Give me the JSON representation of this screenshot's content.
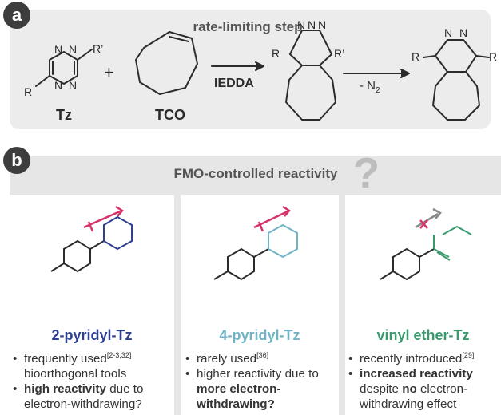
{
  "panel_a": {
    "badge": "a",
    "title": "rate-limiting step",
    "tz_label": "Tz",
    "tco_label": "TCO",
    "plus": "+",
    "arrow1_label": "IEDDA",
    "arrow2_label": "- N",
    "arrow2_sub": "2",
    "atoms": {
      "N": "N",
      "R": "R",
      "Rp": "R’"
    }
  },
  "panel_b": {
    "badge": "b",
    "title": "FMO-controlled reactivity",
    "question": "?",
    "columns": [
      {
        "name": "2-pyridyl-Tz",
        "color": "#2e3f8f",
        "bullets": [
          {
            "parts": [
              {
                "t": "frequently used"
              },
              {
                "t": "[2-3,32]",
                "sup": true
              },
              {
                "t": " bioorthogonal tools"
              }
            ]
          },
          {
            "parts": [
              {
                "t": "high reactivity",
                "b": true
              },
              {
                "t": " due to electron-withdrawing?"
              }
            ]
          }
        ]
      },
      {
        "name": "4-pyridyl-Tz",
        "color": "#6fb3c4",
        "bullets": [
          {
            "parts": [
              {
                "t": "rarely used"
              },
              {
                "t": "[36]",
                "sup": true
              }
            ]
          },
          {
            "parts": [
              {
                "t": "higher reactivity due to "
              },
              {
                "t": "more electron-withdrawing?",
                "b": true
              }
            ]
          }
        ]
      },
      {
        "name": "vinyl ether-Tz",
        "color": "#3a9a6e",
        "bullets": [
          {
            "parts": [
              {
                "t": "recently introduced"
              },
              {
                "t": "[29]",
                "sup": true
              }
            ]
          },
          {
            "parts": [
              {
                "t": "increased reactivity",
                "b": true
              },
              {
                "t": " despite "
              },
              {
                "t": "no",
                "b": true
              },
              {
                "t": " electron-withdrawing effect"
              }
            ]
          }
        ]
      }
    ]
  },
  "colors": {
    "accent_red": "#d6336c",
    "heading": "#555555",
    "dark": "#2b2b2b"
  }
}
